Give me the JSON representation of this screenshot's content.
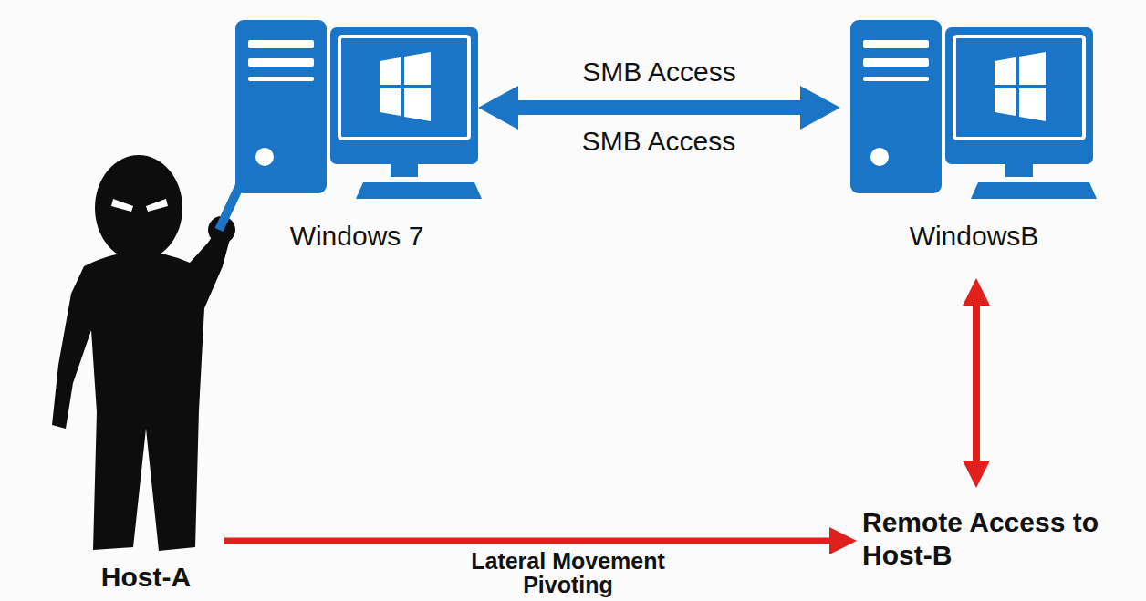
{
  "diagram": {
    "nodes": [
      {
        "text": [
          "Windows 7"
        ]
      },
      {
        "text": [
          "WindowsB"
        ]
      },
      {
        "text": [
          "Host-A"
        ]
      },
      {
        "text": [
          "Remote Access to Host-B"
        ]
      }
    ],
    "edges": [
      {
        "from": 0,
        "to": 1,
        "arrow": "both",
        "label": "SMB Access"
      },
      {
        "from": 2,
        "to": 3,
        "arrow": "to",
        "label": "Lateral Movement Pivoting"
      },
      {
        "from": 1,
        "to": 3,
        "arrow": "both"
      },
      {
        "from": 2,
        "to": 0,
        "arrow": "none"
      }
    ],
    "labels": [
      "SMB Access"
    ]
  }
}
